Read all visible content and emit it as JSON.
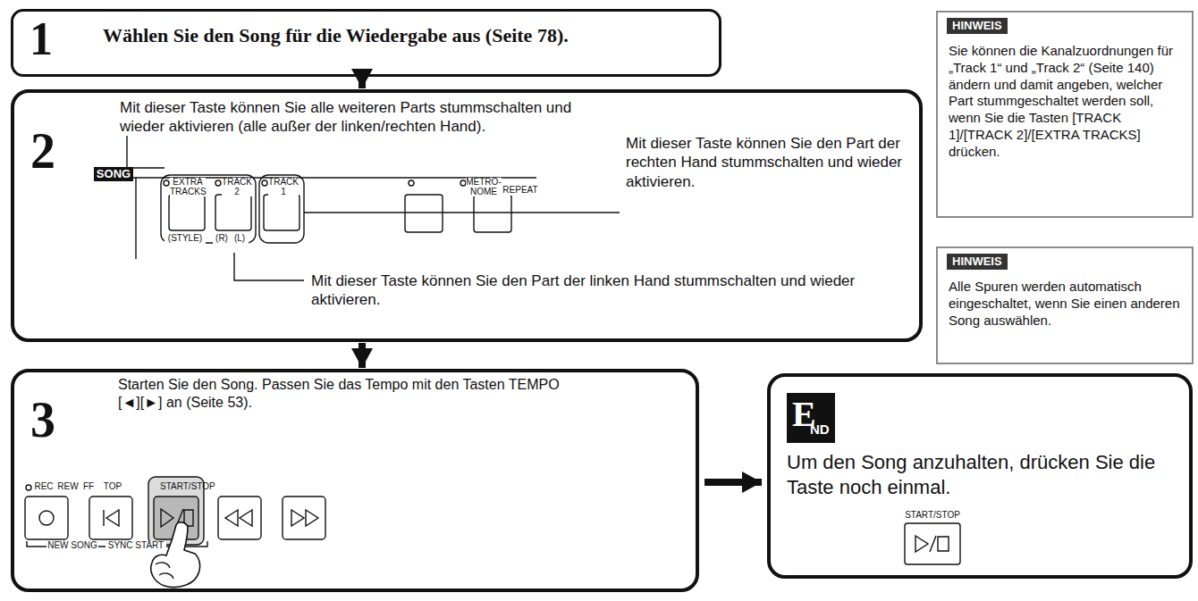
{
  "diagram": {
    "nodes": [
      {
        "text": [
          "1",
          "Wählen Sie den Song für die Wiedergabe aus (Seite 78)."
        ]
      },
      {
        "text": [
          "2",
          "Mit dieser Taste können Sie alle weiteren Parts stummschalten und wieder aktivieren (alle außer der linken/rechten Hand).",
          "Mit dieser Taste können Sie den Part der rechten Hand stummschalten und wieder aktivieren.",
          "Mit dieser Taste können Sie den Part der linken Hand stummschalten und wieder aktivieren."
        ]
      },
      {
        "text": [
          "3",
          "Starten Sie den Song. Passen Sie das Tempo mit den Tasten TEMPO [◄][►] an (Seite 53)."
        ]
      },
      {
        "text": [
          "E",
          "ND",
          "Um den Song anzuhalten, drücken Sie die Taste noch einmal."
        ]
      },
      {
        "text": [
          "HINWEIS",
          "Sie können die Kanalzuordnungen für „Track 1“ und „Track 2“ (Seite 140) ändern und damit angeben, welcher Part stummgeschaltet werden soll, wenn Sie die Tasten [TRACK 1]/[TRACK 2]/[EXTRA TRACKS] drücken."
        ]
      },
      {
        "text": [
          "HINWEIS",
          "Alle Spuren werden automatisch eingeschaltet, wenn Sie einen anderen Song auswählen."
        ]
      }
    ],
    "edges": [
      {
        "from": 0,
        "to": 1,
        "arrow": "to"
      },
      {
        "from": 1,
        "to": 2,
        "arrow": "to"
      },
      {
        "from": 2,
        "to": 3,
        "arrow": "to"
      }
    ],
    "labels": [
      "SONG",
      "EXTRA TRACKS",
      "TRACK 2",
      "TRACK 1",
      "METRO- NOME",
      "REPEAT",
      "(STYLE)",
      "(R)",
      "(L)",
      "REC",
      "REW",
      "FF",
      "TOP",
      "START/STOP",
      "NEW SONG",
      "SYNC START",
      "START/STOP"
    ]
  }
}
